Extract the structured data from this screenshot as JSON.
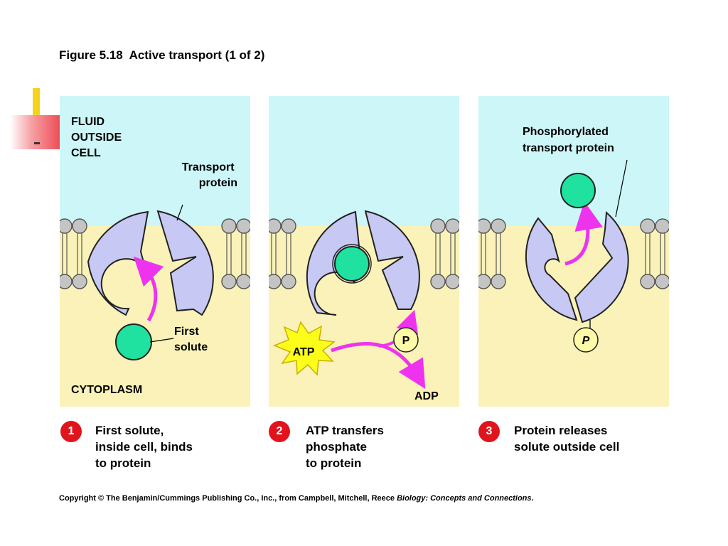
{
  "title": "Figure 5.18  Active transport (1 of 2)",
  "panels": [
    {
      "labels": {
        "outside": [
          "FLUID",
          "OUTSIDE",
          "CELL"
        ],
        "protein": [
          "Transport",
          "protein"
        ],
        "solute": [
          "First",
          "solute"
        ],
        "cytoplasm": "CYTOPLASM"
      }
    },
    {
      "labels": {
        "atp": "ATP",
        "phosphate": "P",
        "adp": "ADP"
      }
    },
    {
      "labels": {
        "protein": [
          "Phosphorylated",
          "transport protein"
        ],
        "phosphate": "P"
      }
    }
  ],
  "steps": [
    {
      "number": "1",
      "text": "First solute,\ninside cell, binds\nto protein"
    },
    {
      "number": "2",
      "text": "ATP transfers\nphosphate\nto protein"
    },
    {
      "number": "3",
      "text": "Protein releases\nsolute outside cell"
    }
  ],
  "copyright": {
    "text": "Copyright © The Benjamin/Cummings Publishing Co., Inc., from Campbell, Mitchell, Reece ",
    "book": "Biology: Concepts and Connections",
    "end": "."
  },
  "colors": {
    "outside": "#cdf6f8",
    "cytoplasm": "#faf2b8",
    "protein": "#c7c8f3",
    "solute": "#1fe2a0",
    "arrow": "#ee33ee",
    "step_badge": "#e0141c",
    "atp": "#fdfd1a"
  }
}
